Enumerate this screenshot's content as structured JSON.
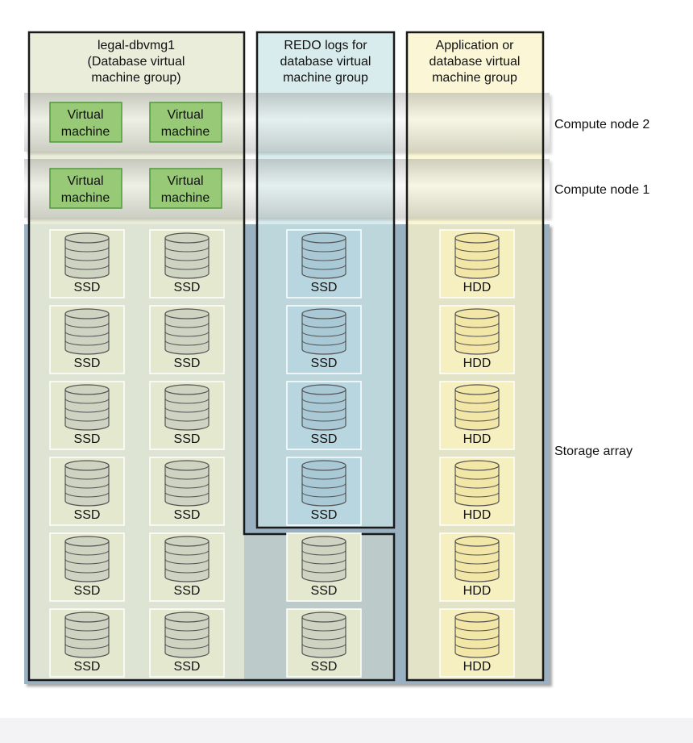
{
  "groups": {
    "legal_dbvmg1": [
      "legal-dbvmg1",
      "(Database virtual",
      "machine group)"
    ],
    "redo_logs": [
      "REDO logs for",
      "database virtual",
      "machine group"
    ],
    "application": [
      "Application or",
      "database virtual",
      "machine group"
    ]
  },
  "rows": {
    "compute_node_2": "Compute node 2",
    "compute_node_1": "Compute node 1",
    "storage_array": "Storage array"
  },
  "vm_label": [
    "Virtual",
    "machine"
  ],
  "disk_labels": {
    "ssd": "SSD",
    "hdd": "HDD"
  },
  "colors": {
    "legal_group_fill": "#e7ebd5",
    "redo_group_fill": "#c9e4e6",
    "app_group_fill": "#f9f4c8",
    "node_fill": "#c6c6c6",
    "storage_fill": "#9ab1c1",
    "vm_fill": "#98c977",
    "vm_stroke": "#4f9a3c",
    "ssd_cylinder": "#cfd3c1",
    "redo_cylinder": "#a9c9d6",
    "hdd_cylinder": "#f3e7a8",
    "outline": "#1a1a1a"
  }
}
